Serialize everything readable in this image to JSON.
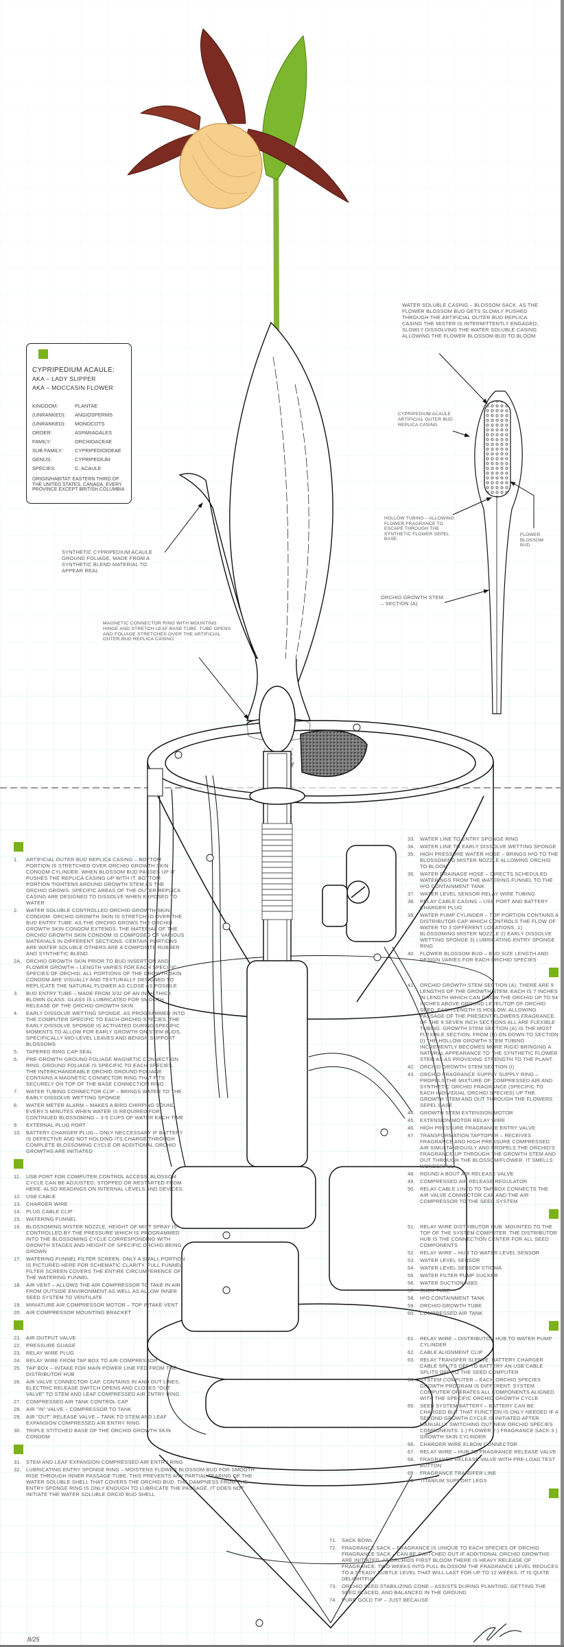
{
  "colors": {
    "accent_green": "#7ab317",
    "petal": "#7b2b22",
    "pouch": "#f6cf8d",
    "stem": "#86b43a"
  },
  "taxonomy": {
    "title": "CYPRIPEDIUM ACAULE:",
    "aka1": "AKA – LADY SLIPPER",
    "aka2": "AKA – MOCCASIN FLOWER",
    "rows": [
      {
        "k": "KINGDOM:",
        "v": "PLANTAE"
      },
      {
        "k": "(UNRANKED):",
        "v": "ANGIOSPERMS"
      },
      {
        "k": "(UNRANKED):",
        "v": "MONOCOTS"
      },
      {
        "k": "ORDER:",
        "v": "ASPARAGALES"
      },
      {
        "k": "FAMILY:",
        "v": "ORCHIDACEAE"
      },
      {
        "k": "SUB FAMILY:",
        "v": "CYPRIPEDIOIDEAE"
      },
      {
        "k": "GENUS:",
        "v": "CYPRIPEDIUM"
      },
      {
        "k": "SPECIES:",
        "v": "C. ACAULE"
      }
    ],
    "origin": "ORIGIN/HABITAT: EASTERN THIRD OF THE UNITED STATES, CANADA, EVERY PROVINCE EXCEPT BRITISH COLUMBIA"
  },
  "annotations": {
    "water_soluble_casing": "WATER SOLUBLE CASING – BLOSSOM SACK. AS THE FLOWER BLOSSOM BUD GETS SLOWLY PUSHED THROUGH THE ARTIFICIAL OUTER BUD REPLICA CASING THE MISTER IS INTERMITTENTLY ENGAGED, SLOWLY DISSOLVING THE WATER SOLUBLE CASING ALLOWING THE FLOWER BLOSSOM BUD TO BLOOM",
    "outer_bud_casing": "CYPRIPEDIUM ACAULE ARTIFICIAL OUTER BUD REPLICA CASING",
    "hollow_tubing": "HOLLOW TUBING – ALLOWING FLOWER FRAGRANCE TO ESCAPE THROUGH THE SYNTHETIC FLOWER SEPEL BASE.",
    "flower_blossom_bud": "FLOWER BLOSSOM BUD",
    "growth_stem_a": "ORCHID GROWTH STEM – SECTION (A)",
    "synthetic_foliage": "SYNTHETIC CYPRIPEDIUM ACAULE GROUND FOLIAGE, MADE FROM A SYNTHETIC BLEND MATERIAL TO APPEAR REAL",
    "magnetic_ring": "MAGNETIC CONNECTOR RING WITH MOUNTING HINGE AND STRETCH LEAF BASE TUBE. TUBE OPENS AND FOLIAGE STRETCHES OVER THE ARTIFICIAL OUTER BUD REPLICA CASING"
  },
  "notes": {
    "left": [
      {
        "n": "1.",
        "t": "ARTIFICIAL OUTER BUD REPLICA CASING – BOTTOM PORTION IS STRETCHED OVER ORCHID GROWTH SKIN CONDOM CYLINDER. WHEN BLOSSOM BUD PASSES UP IT PUSHES THE REPLICA CASING UP WITH IT. BOTTOM PORTION TIGHTENS AROUND GROWTH STEM AS THE ORCHID GROWS. SPECIFIC AREAS OF THE OUTER REPLICA CASING ARE DESIGNED TO DISSOLVE WHEN EXPOSED TO WATER"
      },
      {
        "n": "2.",
        "t": "WATER SOLUBLE CONTROLLED ORCHID GROWTH SKIN CONDOM. ORCHID GROWTH SKIN IS STRETCHED OVER THE BUD ENTRY TUBE. AS THE ORCHID GROWS THE ORCHID GROWTH SKIN CONDOM EXTENDS. THE MATERIAL OF THE ORCHID GROWTH SKIN CONDOM IS COMPOSED OF VARIOUS MATERIALS IN DIFFERENT SECTIONS. CERTAIN PORTIONS ARE WATER SOLUBLE OTHERS ARE A COMPOSITE RUBBER AND SYNTHETIC BLEND."
      },
      {
        "n": "2A.",
        "t": "ORCHID GROWTH SKIN PRIOR TO BUD INSERTION AND FLOWER GROWTH – LENGTH VARIES FOR EACH SPECIFIC SPECIES OF ORCHID. ALL PORTIONS OF THE GROWTH SKIN CONDOM ARE VISUALLY AND TEXTURALLY DESIGNED TO REPLICATE THE NATURAL FLOWER AS CLOSE AS POSIBLE"
      },
      {
        "n": "3.",
        "t": "BUD ENTRY TUBE – MADE FROM 3/32 OF AN INCH THICK BLOWN GLASS. GLASS IS LUBRICATED FOR SMOOTH RELEASE OF THE ORCHID GROWTH SKIN"
      },
      {
        "n": "4.",
        "t": "EARLY DISSOLVE WETTING SPONGE. AS PROGRAMMED INTO THE COMPUTER SPECIFIC TO EACH ORCHID SPECIES, THE EARLY DISSOLVE SPONGE IS ACTIVATED DURING SPECIFIC MOMENTS TO ALLOW FOR EARLY GROWTH ON STEM BUDS, SPECIFICALLY MID-LEVEL LEAVES AND BENIGN SUPPORT BLOSSOMS"
      },
      {
        "n": "5.",
        "t": "TAPERED RING CAP SEAL"
      },
      {
        "n": "6.",
        "t": "PRE-GROWTH GROUND FOLIAGE MAGNETIC CONNECTION RING. GROUND FOLIAGE IS SPECIFIC TO EACH SPECIES. THE INTERCHANGEABLE ORCHID GROUND FOLIAGE CONTAINS A MAGNETIC CONNECTOR RING THAT FITS SECURELY ON TOP OF THE BASE CONNECTION RING"
      },
      {
        "n": "7.",
        "t": "WATER TUBING CONNECTOR CLIP – BRINGS WATER TO THE EARLY DISSOLVE WETTING SPONGE"
      },
      {
        "n": "8.",
        "t": "WATER METER ALARM – MAKES A BIRD CHIRPING SOUND EVERY 5 MINUTES WHEN WATER IS REQUIRED FOR CONTINUED BLOSSOMING – 3-5 CUPS OF WATER EACH TIME"
      },
      {
        "n": "9.",
        "t": "EXTERNAL PLUG PORT"
      },
      {
        "n": "10.",
        "t": "BATTERY CHARGER PLUG – ONLY NECCESSARY IF BATTERY IS DEFECTIVE AND NOT HOLDING ITS CHARGE THROUGH COMPLETE BLOSSOMING CYCLE OR ADDITIONAL ORCHID GROWTHS ARE INITIATED"
      },
      {
        "n": "11.",
        "t": "USB PORT FOR COMPUTER CONTROL ACCESS. BLOSSOM CYCLE CAN BE ADJUSTED, STOPPED OR RESTARTED FROM HERE. ALSO READINGS ON INTERNAL LEVELS AND DEVICES."
      },
      {
        "n": "12.",
        "t": "USB CABLE"
      },
      {
        "n": "13.",
        "t": "CHARGER WIRE"
      },
      {
        "n": "14.",
        "t": "PLUG CABLE CLIP"
      },
      {
        "n": "15.",
        "t": "WATERING FUNNEL"
      },
      {
        "n": "16.",
        "t": "BLOSSOMING MISTER NOZZLE. HEIGHT OF MIST SPRAY IS CONTROLLED BY THE PRESSURE WHICH IS PROGRAMMED INTO THE BLOSSOMING CYCLE CORRESPONDING WITH GROWTH STAGES AND HEIGHT OF SPECIFIC ORCHID BEING GROWN"
      },
      {
        "n": "17.",
        "t": "WATERING FUNNEL FILTER SCREEN. ONLY A SMALL PORTION IS PICTURED HERE FOR SCHEMATIC CLARITY. FULL FUNNEL FILTER SCREEN COVERS THE ENTIRE CIRCUMFERENCE OF THE WATERING FUNNEL"
      },
      {
        "n": "18.",
        "t": "AIR VENT – ALLOWS THE AIR COMPRESSOR TO TAKE IN AIR FROM OUTSIDE ENVIRONMENT AS WELL AS ALLOW INNER SEED SYSTEM TO VENTILATE"
      },
      {
        "n": "19.",
        "t": "MINIATURE AIR COMPRESSOR MOTOR – TOP INTAKE VENT"
      },
      {
        "n": "20.",
        "t": "AIR COMPRESSOR MOUNTING BRACKET"
      },
      {
        "n": "21.",
        "t": "AIR OUTPUT VALVE"
      },
      {
        "n": "22.",
        "t": "PRESSURE GUAGE"
      },
      {
        "n": "23.",
        "t": "RELAY WIRE PLUG"
      },
      {
        "n": "24.",
        "t": "RELAY WIRE FROM TAP BOX TO AIR COMPRESSOR"
      },
      {
        "n": "25.",
        "t": "TAP BOX – INTAKE FOR MAIN POWER LINE FED FROM THE DISTRIBUTOR HUB"
      },
      {
        "n": "26.",
        "t": "AIR VALVE CONNECTOR CAP. CONTAINS IN AND OUT LINES. ELECTRIC RELEASE SWITCH OPENS AND CLOSES \"OUT VALVE\" TO STEM AND LEAF COMPRESSED AIR ENTRY RING"
      },
      {
        "n": "27.",
        "t": "COMPRESSED AIR TANK CONTROL CAP"
      },
      {
        "n": "28.",
        "t": "AIR \"IN\" VALVE – COMPRESSOR TO TANK"
      },
      {
        "n": "29.",
        "t": "AIR \"OUT\" RELEASE VALVE – TANK TO STEM AND LEAF EXPANSION COMPRESSED AIR ENTRY RING"
      },
      {
        "n": "30.",
        "t": "TRIPLE STITCHED BASE OF THE ORCHID GROWTH SKIN CONDOM"
      },
      {
        "n": "31.",
        "t": "STEM AND LEAF EXPANSION COMPRESSED AIR ENTRY RING"
      },
      {
        "n": "32.",
        "t": "LUBRICATING ENTRY SPONGE RING – MOISTENS FLOWER BLOSSOM BUD FOR SMOOTH RISE THROUGH INNER PASSAGE TUBE. THIS PREVENTS ANY PARTIAL TEARING OF THE WATER SOLUBLE SHELL THAT COVERS THE ORCHID BUD. THE DAMPNESS FROM THE ENTRY SPONGE RING IS ONLY ENOUGH TO LUBRICATE THE PASSAGE, IT DOES NOT INITIATE THE WATER SOLUBLE ORCID BUD SHELL"
      }
    ],
    "right": [
      {
        "n": "33.",
        "t": "WATER LINE TO ENTRY SPONGE RING"
      },
      {
        "n": "34.",
        "t": "WATER LINE TO EARLY DISSOLVE WETTING SPONGE"
      },
      {
        "n": "35.",
        "t": "HIGH PRESSURE WATER HOSE – BRINGS H²O TO THE BLOSSOMING MISTER NOZZLE ALLOWING ORCHID TO BLOOM"
      },
      {
        "n": "36.",
        "t": "WATER DRAINAGE HOSE – DIRECTS SCHEDULED WATERINGS FROM THE WATERING FUNNEL TO THE H²O CONTAINMENT TANK"
      },
      {
        "n": "37.",
        "t": "WATER LEVEL SENSOR RELAY WIRE TUBING"
      },
      {
        "n": "38.",
        "t": "RELAY CABLE CASING – USB PORT AND BATTERY CHARGER PLUG"
      },
      {
        "n": "39.",
        "t": "WATER PUMP CYLINDER – TOP PORTION CONTAINS A DISTRIBUTOR CAP WHICH CONTROLS THE FLOW OF WATER TO 3 DIFFERENT LOCATIONS. 1) BLOSSOMING MISTER NOZZLE 2) EARLY DISSOLVE WETTING SPONGE 3) LUBRICATING ENTRY SPONGE RING"
      },
      {
        "n": "40.",
        "t": "FLOWER BLOSSOM BUD – BUD SIZE LENGTH AND DESIGN VARIES FOR EACH ORCHID SPECIES"
      },
      {
        "n": "41.",
        "t": "ORCHID GROWTH STEM SECTION (A). THERE ARE 9 LENGTHS OF THE GROWTH STEM. EACH IS 7 INCHES IN LENGTH WHICH CAN GROW THE ORCHID UP TO 54 INCHES ABOVE GROUND LEVEL/TOP OF ORCHID SEED. EACH LENGTH IS HOLLOW, ALLOWING PASSAGE OF THE PRESENT FLOWERS FRAGRANCE. OF THE 9 SEVEN INCH SECTIONS ALL ARE FLEXIBLE TUBING. GROWTH STEM SECTION (A) IS THE MOST FLEXIBLE SECTION. FROM (B) ON DOWN TO SECTION (I) THE HOLLOW GROWTH STEM TUBING INCREMENTLY BECOMES MORE RIGID BRINGING A NATURAL APPEARANCE TO THE SYNTHETIC FLOWER STEM AS AS PROVIDING STRENGTH TO THE PLANT."
      },
      {
        "n": "42.",
        "t": "ORCHID GROWTH STEM SECTION (I)"
      },
      {
        "n": "43.",
        "t": "ORCHID FRAGRANCE SUPPLY SUPPLY RING – PROPELS THE MIXTURE OF COMPRESSED AIR AND SYNTHETIC ORCHID FRAGRANCE (SPECIFIC TO EACH INDIVIDUAL ORCHID SPECIES) UP THE GROWTH STEM AND OUT THROUGH THE FLOWERS SEPEL BASE"
      },
      {
        "n": "44.",
        "t": "GROWTH STEM EXTENSION MOTOR"
      },
      {
        "n": "45.",
        "t": "EXTENSION MOTOR RELAY WIRE"
      },
      {
        "n": "46.",
        "t": "HIGH PRESSURE FRAGRANCE ENTRY VALVE"
      },
      {
        "n": "47.",
        "t": "TRANSFORMATION TAPTOPER – RECEIVES FRAGRANCE AND HIGH PRESSURE COMPRESSED AIR SIMULTANEOUSLY AND PROPELS THE ORCHID'S FRAGRANCE UP THROUGH THE GROWTH STEM AND OUT THROUGH THE BLOSSOM/FLOWER. IT SMELLS WONDERFUL"
      },
      {
        "n": "48.",
        "t": "ROUND A BOUT AIR RELEASE VALVE"
      },
      {
        "n": "49.",
        "t": "COMPRESSED AIR RELEASE REGULATOR"
      },
      {
        "n": "50.",
        "t": "RELAY CABLE LINED TO TAP BOX CONNECTS THE AIR VALVE CONNECTOR CAP AND THE AIR COMPRESSOR TO THE SEED SYSTEM"
      },
      {
        "n": "51.",
        "t": "RELAY WIRE DISTRIBUTOR HUB. MOUNTED TO THE TOP OF THE SYSTEM COMPUTER. THE DISTRIBUTOR HUB IS THE CONNECTION CENTER FOR ALL SEED COMPONENTS"
      },
      {
        "n": "52.",
        "t": "RELAY WIRE – HUB TO WATER LEVEL SENSOR"
      },
      {
        "n": "53.",
        "t": "WATER LEVEL SENSOR"
      },
      {
        "n": "54.",
        "t": "WATER LEVEL SENSOR STIGMA"
      },
      {
        "n": "55.",
        "t": "WATER FILTER PUMP SUCKER"
      },
      {
        "n": "56.",
        "t": "WATER SUCTION NIBS"
      },
      {
        "n": "57.",
        "t": "SUCK TUBE"
      },
      {
        "n": "58.",
        "t": "H²O CONTAINMENT TANK"
      },
      {
        "n": "59.",
        "t": "ORCHID GROWTH TUBE"
      },
      {
        "n": "60.",
        "t": "COMPRESSED AIR TANK"
      },
      {
        "n": "61.",
        "t": "RELAY WIRE – DISTRIBUTOR HUB TO WATER PUMP CYLINDER"
      },
      {
        "n": "62.",
        "t": "CABLE ALIGNMENT CLIP"
      },
      {
        "n": "63.",
        "t": "RELAY TRANSFER SLEEVE. BATTERY CHARGER CABLE SPLITS OFF TO BATTERY AN USB CABLE SPLITS OFF TO THE SEED COMPUTER"
      },
      {
        "n": "64.",
        "t": "SYSTEM COMPUTER – EACH ORCHID SPECIES GROWTH PROGRAM IS DIFFERENT. SYSTEM COMPUTER OPERATES ALL COMPONENTS ALIGNED WITH THE SPECIFIC ORCHID GROWTH CYCLE"
      },
      {
        "n": "65.",
        "t": "SEED SYSTEM BATTERY – BATTERY CAN BE CHARGED BUT THAT FUNCTION IS ONLY NEEDED IF A SECOND GROWTH CYCLE IS INITIATED AFTER MANUALLY SWITCHING OUT NEW ORCHID SPECIES COMPONENTS. 1.) FLOWER 2.) FRAGRANCE SACK 3.) GROWTH SKIN CYLINDER"
      },
      {
        "n": "66.",
        "t": "CHARGER WIRE ELBOW CONNECTOR"
      },
      {
        "n": "67.",
        "t": "RELAY WIRE – HUB TO FRAGRANCE RELEASE VALVE"
      },
      {
        "n": "68.",
        "t": "FRAGRANCE RELEASE VALVE WITH PRE-LOAD TEST BUTTON"
      },
      {
        "n": "69.",
        "t": "FRAGRANCE TRANSFER LINE"
      },
      {
        "n": "70.",
        "t": "TITANIUM SUPPORT LEGS"
      },
      {
        "n": "71.",
        "t": "SACK BOWL"
      },
      {
        "n": "72.",
        "t": "FRAGRANCE SACK – FRAGRANCE IS UNIQUE TO EACH SPECIES OF ORCHID. FRAGRANCE SACK – CAN BE SWITCHED OUT IF ADDITIONAL ORCHID GROWTHS ARE INITIATED. AT ORCHIDS FIRST BLOOM THERE IS HEAVY RELEASE OF FRAGRANCE. TWO WEEKS INTO FULL BLOSSOM THE FRAGRANCE LEVEL REDUCES TO A STEADY SUBTLE LEVEL THAT WILL LAST FOR UP TO 12 WEEKS. IT IS QUITE DELIGHTFUL"
      },
      {
        "n": "73.",
        "t": "ORCHID SEED STABILIZING CONE – ASSISTS DURING PLANTING, GETTING THE SEED PLACED, AND BALANCED IN THE GROUND"
      },
      {
        "n": "74.",
        "t": "PURE GOLD TIP – JUST BECAUSE"
      }
    ]
  },
  "page_number": "8/25"
}
